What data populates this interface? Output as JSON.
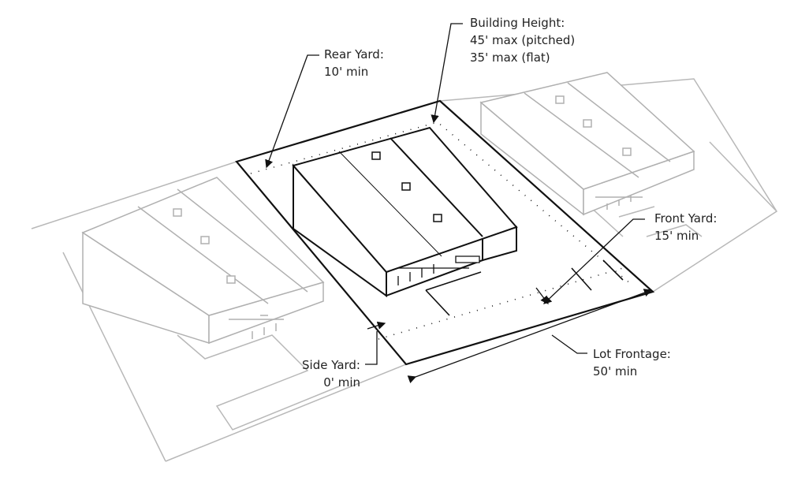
{
  "labels": {
    "building_height": {
      "title": "Building Height:",
      "line1": "45' max (pitched)",
      "line2": "35' max (flat)"
    },
    "rear_yard": {
      "title": "Rear Yard:",
      "value": "10' min"
    },
    "front_yard": {
      "title": "Front Yard:",
      "value": "15' min"
    },
    "side_yard": {
      "title": "Side Yard:",
      "value": "0' min"
    },
    "lot_frontage": {
      "title": "Lot Frontage:",
      "value": "50' min"
    }
  },
  "colors": {
    "ink": "#111111",
    "context": "#b5b5b5"
  }
}
